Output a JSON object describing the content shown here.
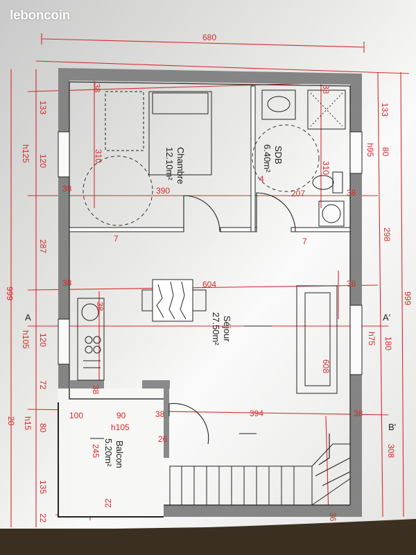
{
  "brand": {
    "logo_text": "leboncoin"
  },
  "rooms": [
    {
      "id": "chambre",
      "name": "Chambre",
      "area": "12.10m²"
    },
    {
      "id": "sdb",
      "name": "SDB",
      "area": "6.40m²"
    },
    {
      "id": "sejour",
      "name": "Séjour",
      "area": "27.50m²"
    },
    {
      "id": "balcon",
      "name": "Balcon",
      "area": "5.20m²"
    }
  ],
  "dimensions": {
    "top_width": "680",
    "wall": "38",
    "chambre_width": "390",
    "sdb_width": "207",
    "sejour_width": "604",
    "chambre_circle": "310",
    "sdb_circle": "310",
    "sejour_depth": "608",
    "balcon_width": "100",
    "balcon_span": "90",
    "window_h105": "h105",
    "door_26": "26",
    "lower_width": "394",
    "balcon_depth": "245",
    "left_top": "133",
    "left_window": "120",
    "left_h125": "h125",
    "left_287": "287",
    "left_total": "999",
    "left_120b": "120",
    "left_h105": "h105",
    "left_72": "72",
    "left_80": "80",
    "left_h15": "h15",
    "left_20": "20",
    "left_135": "135",
    "left_22": "22",
    "right_top": "133",
    "right_80": "80",
    "right_h95": "h95",
    "right_298": "298",
    "right_total": "999",
    "right_180": "180",
    "right_h75": "h75",
    "right_308": "308",
    "kitchen_38": "38",
    "stair_36": "36",
    "balcon_22": "22",
    "mark_7a": "7",
    "mark_7b": "7",
    "mark_4": "4"
  },
  "section_marks": {
    "a": "A",
    "a_prime": "A'",
    "b_prime": "B'"
  },
  "colors": {
    "dimension": "#d42a2a",
    "wall": "#8a8a8a",
    "paper": "#f5f5f3"
  },
  "icons": [
    "bed-icon",
    "sink-icon",
    "shower-icon",
    "toilet-icon",
    "washer-icon",
    "table-icon",
    "sofa-icon",
    "kitchen-icon",
    "stairs-icon"
  ]
}
